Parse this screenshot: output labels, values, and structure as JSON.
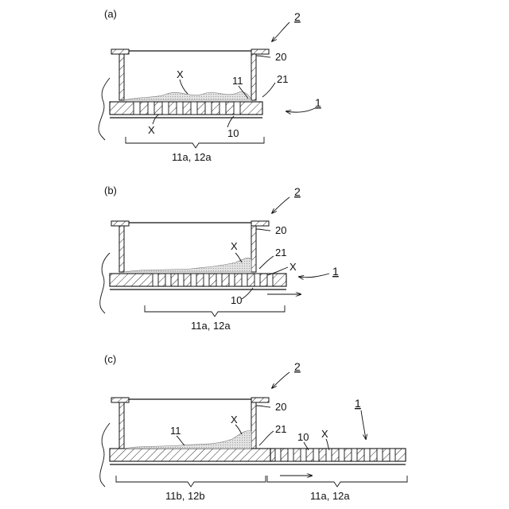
{
  "panels": [
    {
      "id": "a",
      "letter": "(a)",
      "ref_sieve": "2",
      "ref_frame": "20",
      "ref_mesh": "21",
      "ref_plate": "1",
      "label_x_top": "X",
      "label_x_bottom": "X",
      "label_hole": "11",
      "label_squeegee": "10",
      "brace_label": "11a, 12a"
    },
    {
      "id": "b",
      "letter": "(b)",
      "ref_sieve": "2",
      "ref_frame": "20",
      "ref_mesh": "21",
      "ref_plate": "1",
      "label_x_top": "X",
      "label_x_side": "X",
      "label_squeegee": "10",
      "brace_label": "11a, 12a"
    },
    {
      "id": "c",
      "letter": "(c)",
      "ref_sieve": "2",
      "ref_frame": "20",
      "ref_mesh": "21",
      "ref_plate": "1",
      "label_hole": "11",
      "label_x_top": "X",
      "label_squeegee": "10",
      "label_x_right": "X",
      "brace_label_left": "11b, 12b",
      "brace_label_right": "11a, 12a"
    }
  ]
}
